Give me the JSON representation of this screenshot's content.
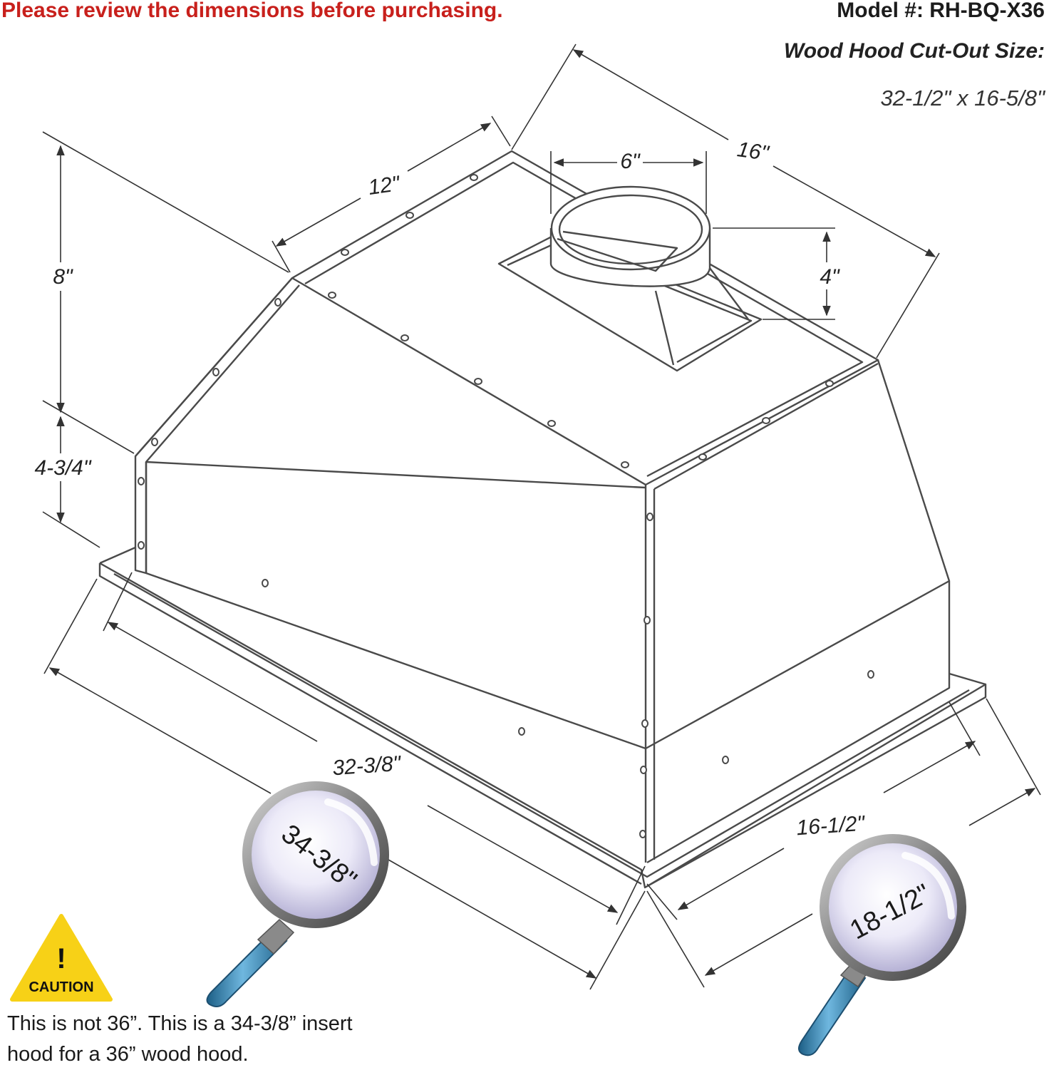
{
  "header": {
    "warning": "Please review the dimensions before purchasing.",
    "model": "Model #: RH-BQ-X36",
    "cutout_label": "Wood Hood Cut-Out Size:",
    "cutout_value": "32-1/2\" x 16-5/8\""
  },
  "dimensions": {
    "duct_diameter": "6\"",
    "top_depth": "16\"",
    "top_width": "12\"",
    "total_height": "8\"",
    "lower_height": "4-3/4\"",
    "collar_height": "4\"",
    "body_width": "32-3/8\"",
    "body_depth": "16-1/2\""
  },
  "magnifiers": {
    "flange_width": "34-3/8\"",
    "flange_depth": "18-1/2\""
  },
  "caution": {
    "label": "CAUTION",
    "mark": "!"
  },
  "note": {
    "line1": "This is not 36”. This is a 34-3/8” insert",
    "line2": "hood for a 36” wood hood."
  },
  "colors": {
    "warning": "#c8201c",
    "caution_yellow": "#f7d117",
    "magnifier_handle": "#3b8ec0",
    "line": "#4a4a4a"
  }
}
